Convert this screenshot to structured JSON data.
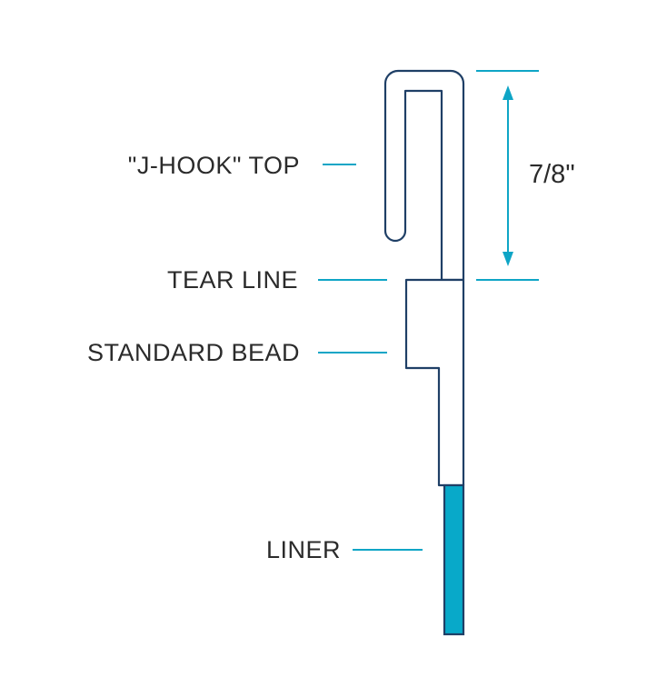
{
  "labels": {
    "j_hook_top": "\"J-HOOK\" TOP",
    "tear_line": "TEAR LINE",
    "standard_bead": "STANDARD BEAD",
    "liner": "LINER",
    "dimension": "7/8\""
  },
  "colors": {
    "outline": "#1f3f66",
    "accent": "#0ea5c6",
    "liner_fill": "#08a9c9",
    "text": "#2b2b2b",
    "background": "#ffffff"
  }
}
